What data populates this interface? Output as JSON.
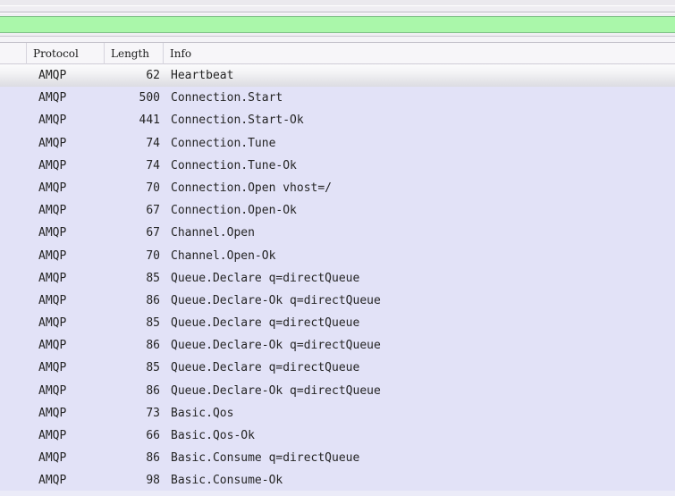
{
  "window": {
    "kind": "packet-capture-list",
    "accent_green": "#aaf7aa",
    "row_background": "#e2e2f7",
    "selected_row_background": "#f0f0f4"
  },
  "filter_bar": {
    "value": "",
    "placeholder": "",
    "background_color": "#aaf7aa"
  },
  "table": {
    "columns": [
      {
        "key": "no",
        "label": ""
      },
      {
        "key": "protocol",
        "label": "Protocol"
      },
      {
        "key": "length",
        "label": "Length"
      },
      {
        "key": "info",
        "label": "Info"
      }
    ],
    "rows": [
      {
        "no": "",
        "protocol": "AMQP",
        "length": "62",
        "info": "Heartbeat",
        "selected": true
      },
      {
        "no": "",
        "protocol": "AMQP",
        "length": "500",
        "info": "Connection.Start",
        "selected": false
      },
      {
        "no": "",
        "protocol": "AMQP",
        "length": "441",
        "info": "Connection.Start-Ok",
        "selected": false
      },
      {
        "no": "",
        "protocol": "AMQP",
        "length": "74",
        "info": "Connection.Tune",
        "selected": false
      },
      {
        "no": "",
        "protocol": "AMQP",
        "length": "74",
        "info": "Connection.Tune-Ok",
        "selected": false
      },
      {
        "no": "",
        "protocol": "AMQP",
        "length": "70",
        "info": "Connection.Open vhost=/",
        "selected": false
      },
      {
        "no": "",
        "protocol": "AMQP",
        "length": "67",
        "info": "Connection.Open-Ok",
        "selected": false
      },
      {
        "no": "",
        "protocol": "AMQP",
        "length": "67",
        "info": "Channel.Open",
        "selected": false
      },
      {
        "no": "",
        "protocol": "AMQP",
        "length": "70",
        "info": "Channel.Open-Ok",
        "selected": false
      },
      {
        "no": "",
        "protocol": "AMQP",
        "length": "85",
        "info": "Queue.Declare q=directQueue",
        "selected": false
      },
      {
        "no": "",
        "protocol": "AMQP",
        "length": "86",
        "info": "Queue.Declare-Ok q=directQueue",
        "selected": false
      },
      {
        "no": "",
        "protocol": "AMQP",
        "length": "85",
        "info": "Queue.Declare q=directQueue",
        "selected": false
      },
      {
        "no": "",
        "protocol": "AMQP",
        "length": "86",
        "info": "Queue.Declare-Ok q=directQueue",
        "selected": false
      },
      {
        "no": "",
        "protocol": "AMQP",
        "length": "85",
        "info": "Queue.Declare q=directQueue",
        "selected": false
      },
      {
        "no": "",
        "protocol": "AMQP",
        "length": "86",
        "info": "Queue.Declare-Ok q=directQueue",
        "selected": false
      },
      {
        "no": "",
        "protocol": "AMQP",
        "length": "73",
        "info": "Basic.Qos",
        "selected": false
      },
      {
        "no": "",
        "protocol": "AMQP",
        "length": "66",
        "info": "Basic.Qos-Ok",
        "selected": false
      },
      {
        "no": "",
        "protocol": "AMQP",
        "length": "86",
        "info": "Basic.Consume q=directQueue",
        "selected": false
      },
      {
        "no": "",
        "protocol": "AMQP",
        "length": "98",
        "info": "Basic.Consume-Ok",
        "selected": false
      }
    ]
  }
}
